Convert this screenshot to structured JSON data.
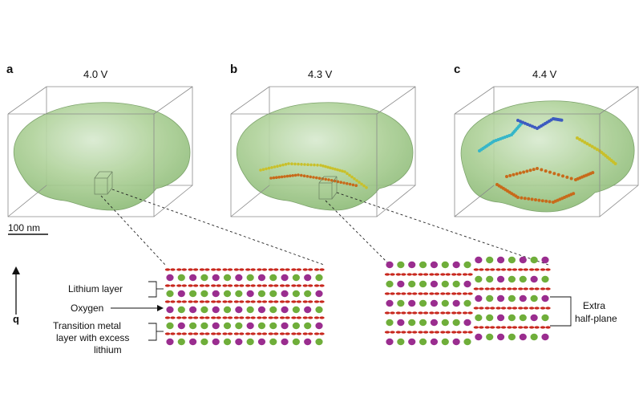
{
  "panels": [
    {
      "letter": "a",
      "voltage": "4.0 V"
    },
    {
      "letter": "b",
      "voltage": "4.3 V"
    },
    {
      "letter": "c",
      "voltage": "4.4 V"
    }
  ],
  "scale_bar": "100 nm",
  "axis_label": "q",
  "lattice_labels": {
    "lithium_layer": "Lithium layer",
    "oxygen": "Oxygen",
    "tm_line1": "Transition metal",
    "tm_line2": "layer with excess",
    "tm_line3": "lithium",
    "extra_line1": "Extra",
    "extra_line2": "half-plane"
  },
  "colors": {
    "particle_fill": "#a9cf94",
    "particle_stroke": "#6f9a5c",
    "green_atom": "#6fae3a",
    "purple_atom": "#9a2d8f",
    "red_atom": "#c8281e",
    "defect_orange": "#c86a1a",
    "defect_yellow": "#c9c02a",
    "defect_blue": "#3d5bc0",
    "defect_cyan": "#37b6c9"
  }
}
